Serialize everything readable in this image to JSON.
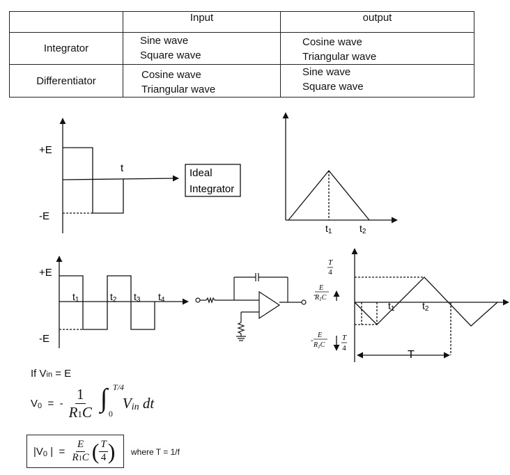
{
  "table": {
    "headers": [
      "",
      "Input",
      "output"
    ],
    "rows": [
      {
        "label": "Integrator",
        "input": [
          "Sine wave",
          "Square wave"
        ],
        "output": [
          "Cosine wave",
          "Triangular wave"
        ]
      },
      {
        "label": "Differentiator",
        "input": [
          "Cosine wave",
          "Triangular wave"
        ],
        "output": [
          "Sine wave",
          "Square wave"
        ]
      }
    ]
  },
  "fig1": {
    "plus_e": "+E",
    "minus_e": "-E",
    "t": "t",
    "box_line1": "Ideal",
    "box_line2": "Integrator"
  },
  "fig2": {
    "t1": "t",
    "t1_sub": "1",
    "t2": "t",
    "t2_sub": "2"
  },
  "fig3": {
    "plus_e": "+E",
    "minus_e": "-E",
    "t1": "t",
    "t1_sub": "1",
    "t2": "t",
    "t2_sub": "2",
    "t3": "t",
    "t3_sub": "3",
    "t4": "t",
    "t4_sub": "4"
  },
  "fig4": {
    "T": "T",
    "four": "4",
    "E": "E",
    "R": "R",
    "one": "1",
    "C": "C",
    "t1": "t",
    "t1_sub": "1",
    "t2": "t",
    "t2_sub": "2",
    "period": "T"
  },
  "equations": {
    "line1_a": "If V",
    "line1_sub": "in",
    "line1_b": " =  E",
    "v0": "V",
    "v0_sub": "0",
    "eq_mid": "  =  -",
    "one": "1",
    "R": "R",
    "R_sub": "1",
    "C": "C",
    "integral": "∫",
    "upper": "T/4",
    "lower": "0",
    "V": "V",
    "V_sub": "in",
    "dt": " dt",
    "abs_left": "|V",
    "abs_sub": "0",
    "abs_right": " |",
    "eq2": "  =  ",
    "E": "E",
    "T": "T",
    "four": "4",
    "where": "where T = 1/f"
  }
}
